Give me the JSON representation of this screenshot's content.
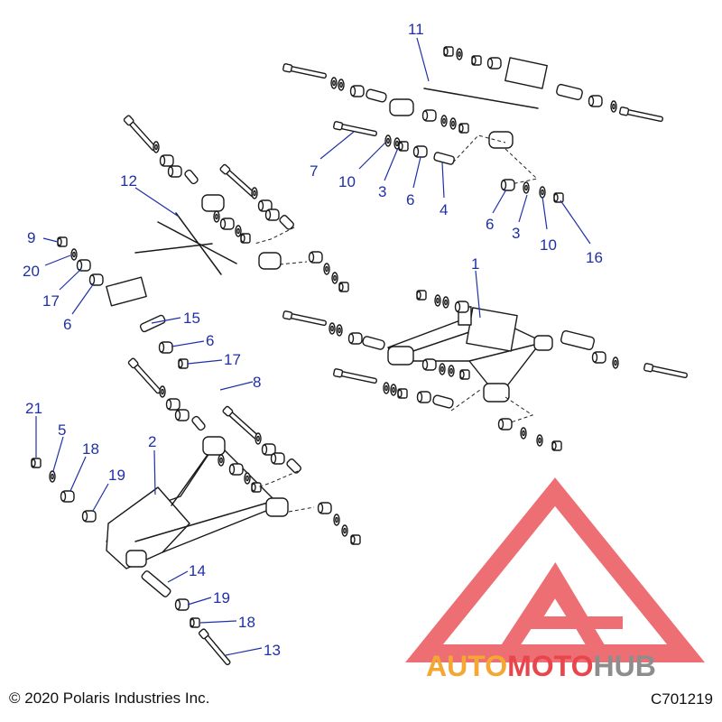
{
  "callouts": [
    {
      "n": "11"
    },
    {
      "n": "7"
    },
    {
      "n": "10"
    },
    {
      "n": "3"
    },
    {
      "n": "6"
    },
    {
      "n": "4"
    },
    {
      "n": "6"
    },
    {
      "n": "3"
    },
    {
      "n": "10"
    },
    {
      "n": "16"
    },
    {
      "n": "12"
    },
    {
      "n": "9"
    },
    {
      "n": "20"
    },
    {
      "n": "17"
    },
    {
      "n": "6"
    },
    {
      "n": "1"
    },
    {
      "n": "15"
    },
    {
      "n": "6"
    },
    {
      "n": "17"
    },
    {
      "n": "8"
    },
    {
      "n": "21"
    },
    {
      "n": "5"
    },
    {
      "n": "18"
    },
    {
      "n": "2"
    },
    {
      "n": "19"
    },
    {
      "n": "14"
    },
    {
      "n": "19"
    },
    {
      "n": "18"
    },
    {
      "n": "13"
    }
  ],
  "colors": {
    "callout_text": "#1f2fa8",
    "callout_leader": "#1f2fa8",
    "logo_red": "#e8464c",
    "logo_orange": "#f4a732",
    "logo_gray": "#8d8d8d"
  },
  "watermark": {
    "part1": "AUTO",
    "part2": "MOTO",
    "part3": "HUB"
  },
  "footer": {
    "copyright": "© 2020 Polaris Industries Inc.",
    "drawing_number": "C701219"
  }
}
